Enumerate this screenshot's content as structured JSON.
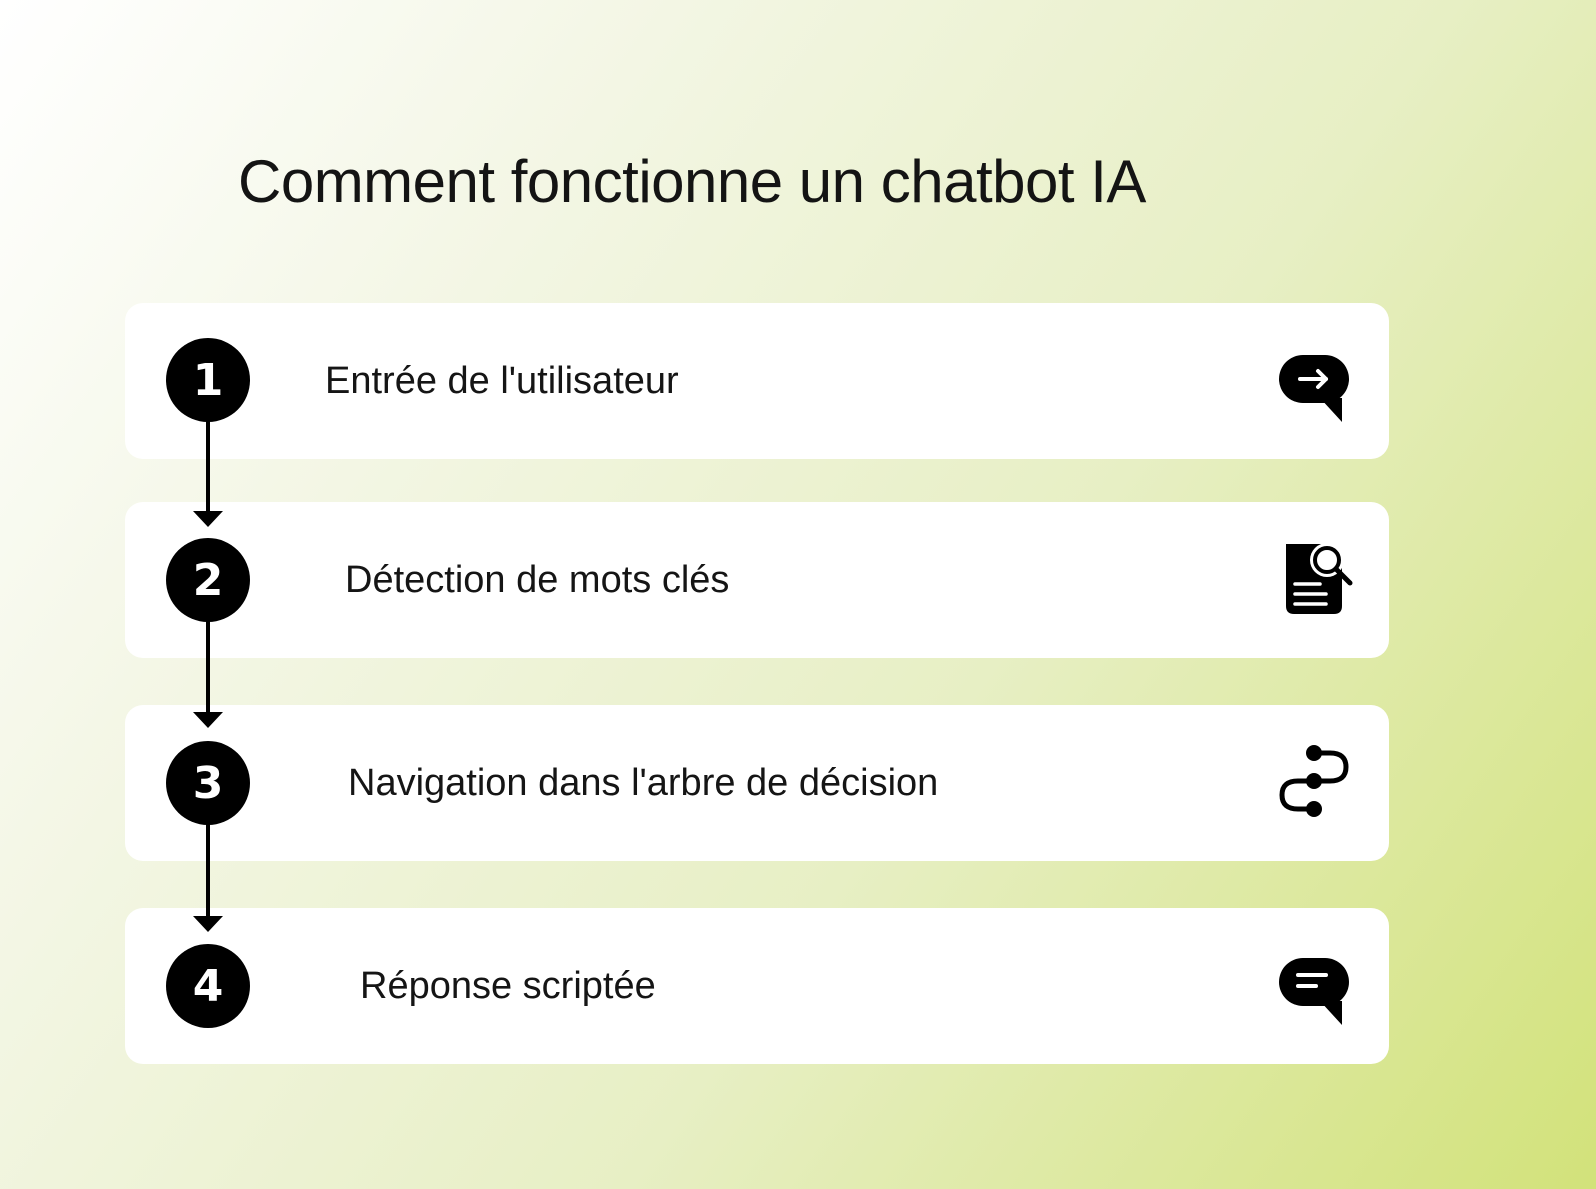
{
  "title": "Comment fonctionne un chatbot IA",
  "steps": [
    {
      "number": "1",
      "label": "Entrée de l'utilisateur",
      "icon": "chat-arrow-icon"
    },
    {
      "number": "2",
      "label": "Détection de mots clés",
      "icon": "document-search-icon"
    },
    {
      "number": "3",
      "label": "Navigation dans l'arbre de décision",
      "icon": "decision-flow-icon"
    },
    {
      "number": "4",
      "label": "Réponse scriptée",
      "icon": "chat-message-icon"
    }
  ],
  "colors": {
    "background_start": "#ffffff",
    "background_end": "#d2e27a",
    "card": "#ffffff",
    "accent": "#000000",
    "text": "#141414"
  }
}
